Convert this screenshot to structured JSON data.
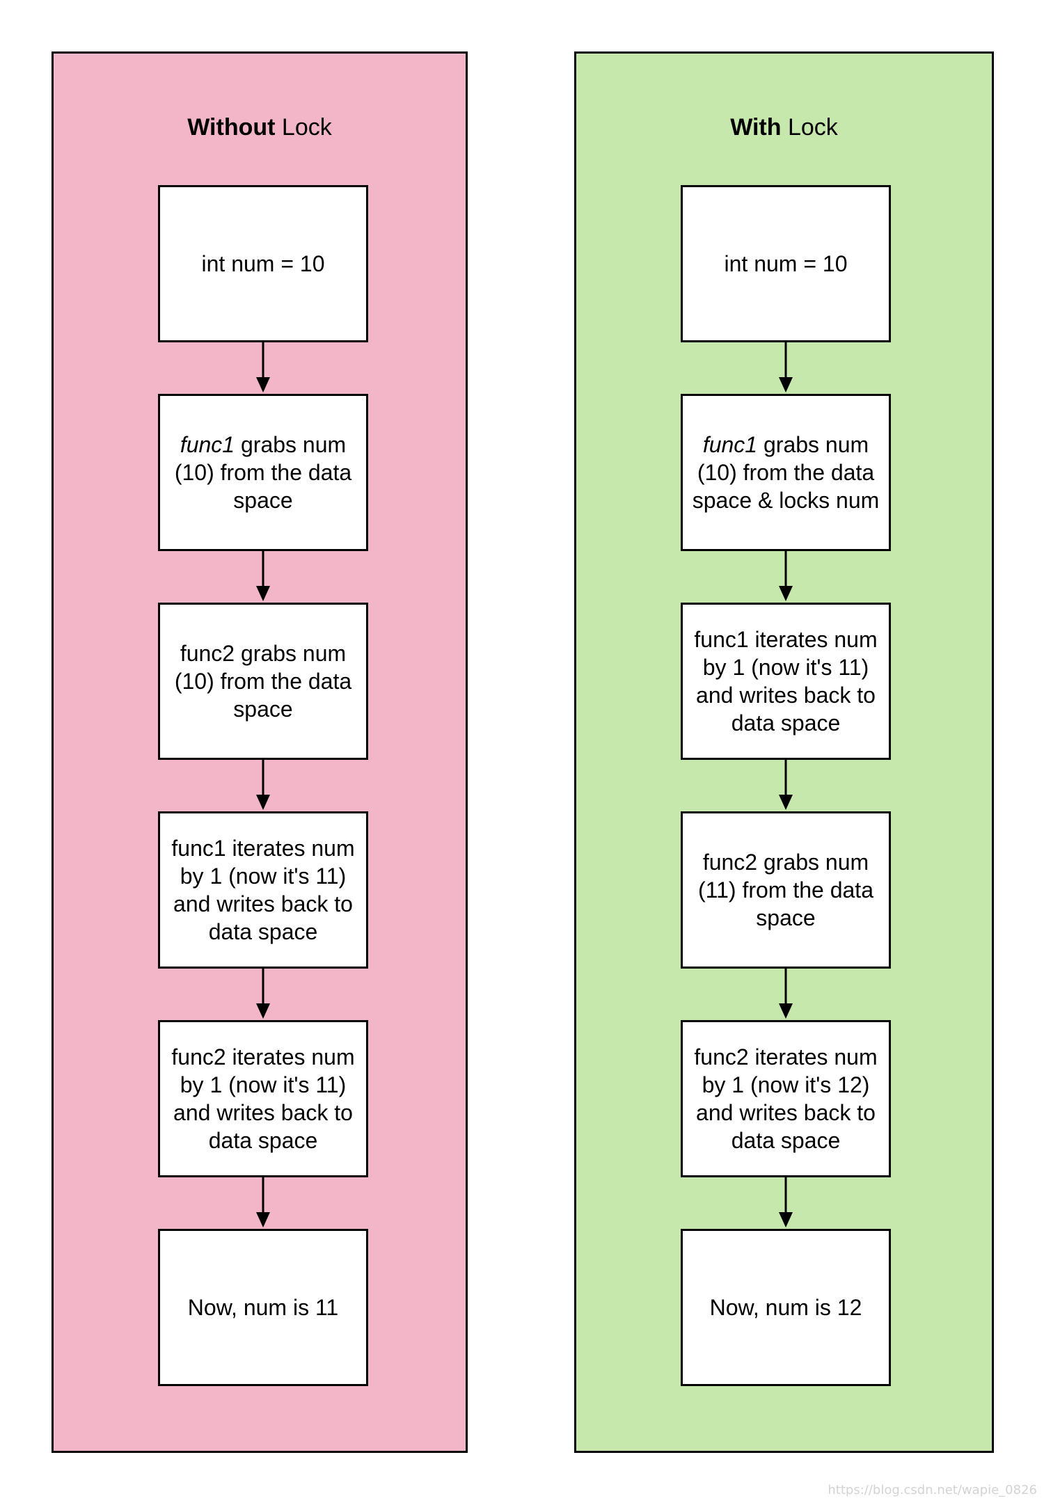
{
  "left_panel": {
    "title_bold": "Without",
    "title_rest": " Lock",
    "steps": [
      {
        "italic": "",
        "text": "int num = 10"
      },
      {
        "italic": "func1",
        "text": " grabs num (10) from the data space"
      },
      {
        "italic": "",
        "text": "func2 grabs num (10) from the data space"
      },
      {
        "italic": "",
        "text": "func1 iterates num by 1 (now it's 11) and writes back to data space"
      },
      {
        "italic": "",
        "text": "func2 iterates num by 1 (now it's 11) and writes back to data space"
      },
      {
        "italic": "",
        "text": "Now, num is 11"
      }
    ]
  },
  "right_panel": {
    "title_bold": "With",
    "title_rest": " Lock",
    "steps": [
      {
        "italic": "",
        "text": "int num = 10"
      },
      {
        "italic": "func1",
        "text": " grabs num (10) from the data space & locks num"
      },
      {
        "italic": "",
        "text": "func1 iterates num by 1 (now it's 11) and writes back to data space"
      },
      {
        "italic": "",
        "text": "func2 grabs num (11) from the data space"
      },
      {
        "italic": "",
        "text": "func2 iterates num by 1 (now it's 12) and writes back to data space"
      },
      {
        "italic": "",
        "text": "Now, num is 12"
      }
    ]
  },
  "watermark": "https://blog.csdn.net/wapie_0826",
  "colors": {
    "left_panel_bg": "#f3b5c8",
    "right_panel_bg": "#c7e8ad",
    "box_bg": "#ffffff",
    "stroke": "#000000"
  }
}
